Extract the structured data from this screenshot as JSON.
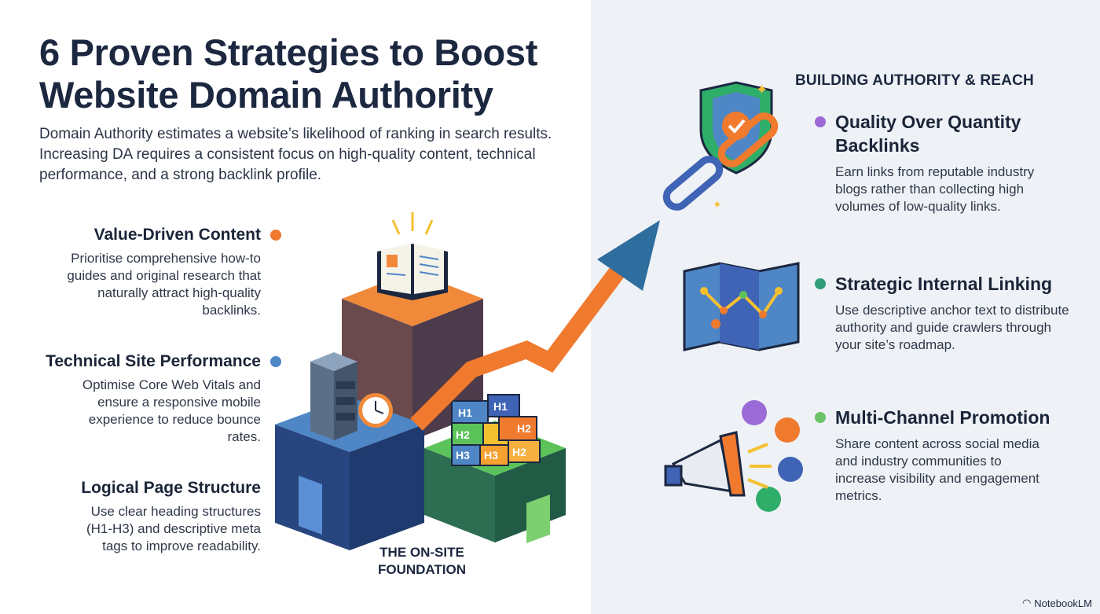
{
  "title": "6 Proven Strategies to Boost Website Domain Authority",
  "intro": "Domain Authority estimates a website’s likelihood of ranking in search results. Increasing DA requires a consistent focus on high-quality content, technical performance, and a strong backlink profile.",
  "left_strategies": [
    {
      "heading": "Value-Driven Content",
      "description": "Prioritise comprehensive how-to guides and original research that naturally attract high-quality backlinks.",
      "dot_color": "#f07a2e",
      "icon": "open-book-icon"
    },
    {
      "heading": "Technical Site Performance",
      "description": "Optimise Core Web Vitals and ensure a responsive mobile experience to reduce bounce rates.",
      "dot_color": "#4f86c6",
      "icon": "server-clock-icon"
    },
    {
      "heading": "Logical Page Structure",
      "description": "Use clear heading structures (H1-H3) and descriptive meta tags to improve readability.",
      "dot_color": "",
      "icon": "heading-blocks-icon"
    }
  ],
  "foundation_label": "THE ON-SITE FOUNDATION",
  "heading_blocks": [
    "H1",
    "H1",
    "H2",
    "H2",
    "H3",
    "H3",
    "H2"
  ],
  "right_section_heading": "BUILDING AUTHORITY & REACH",
  "right_strategies": [
    {
      "heading": "Quality Over Quantity Backlinks",
      "description": "Earn links from reputable industry blogs rather than collecting high volumes of low-quality links.",
      "dot_color": "#9b6ad6",
      "icon": "shield-chain-icon"
    },
    {
      "heading": "Strategic Internal Linking",
      "description": "Use descriptive anchor text to distribute authority and guide crawlers through your site’s roadmap.",
      "dot_color": "#2f9e78",
      "icon": "map-route-icon"
    },
    {
      "heading": "Multi-Channel Promotion",
      "description": "Share content across social media and industry communities to increase visibility and engagement metrics.",
      "dot_color": "#6cc36a",
      "icon": "megaphone-icon"
    }
  ],
  "brand": "NotebookLM",
  "colors": {
    "orange": "#f07a2e",
    "blue": "#3f63b5",
    "green": "#4caf50",
    "navy": "#1c2740"
  }
}
